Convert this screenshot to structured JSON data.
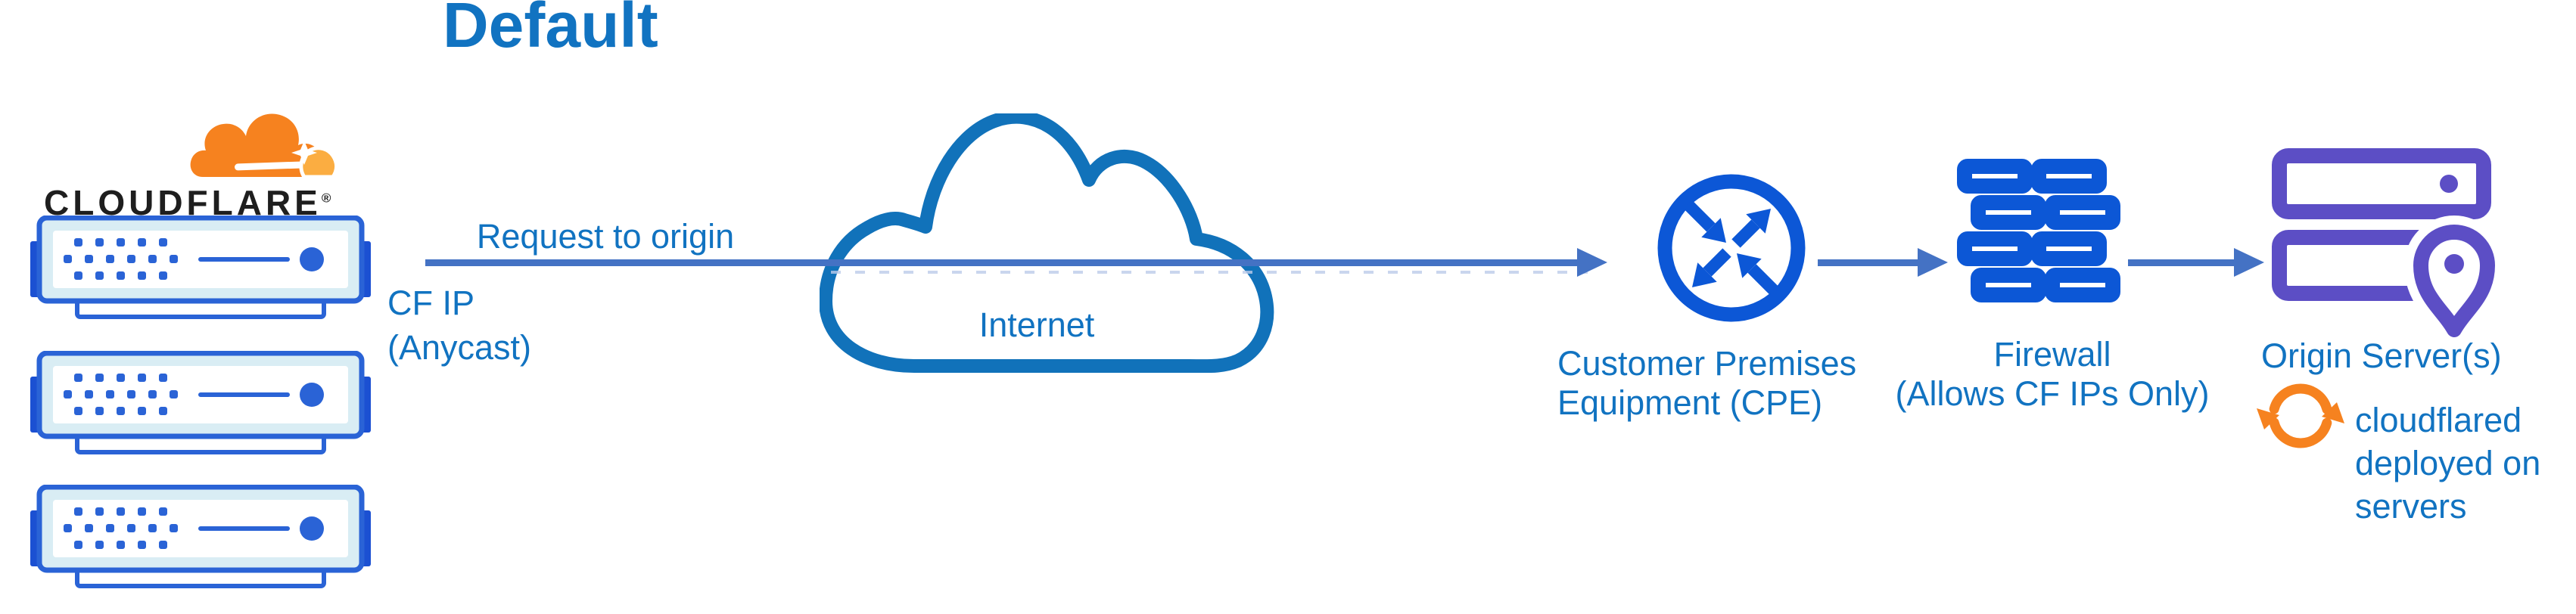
{
  "title": "Default",
  "colors": {
    "label-blue": "#1173C1",
    "line-blue": "#4472C4",
    "dash-blue": "#BCCBEA",
    "icon-blue": "#0C57D6",
    "server-blue": "#2A63D6",
    "server-tab": "#1B50D2",
    "server-fill": "#D9EDF4",
    "cloud-blue": "#1172BA",
    "origin-purple": "#5C4EC5",
    "cf-orange": "#F6821F",
    "cf-orange-light": "#FBAD41",
    "wordmark-ink": "#1E1E1E"
  },
  "cloudflare": {
    "wordmark": "CLOUDFLARE",
    "registered": "®"
  },
  "edge": {
    "request_label": "Request to origin",
    "ip_label": "CF IP (Anycast)"
  },
  "internet": {
    "label": "Internet"
  },
  "cpe": {
    "label": "Customer Premises Equipment (CPE)"
  },
  "firewall": {
    "name": "Firewall",
    "note": "(Allows CF IPs Only)"
  },
  "origin": {
    "label": "Origin Server(s)",
    "note": "cloudflared deployed on servers"
  }
}
